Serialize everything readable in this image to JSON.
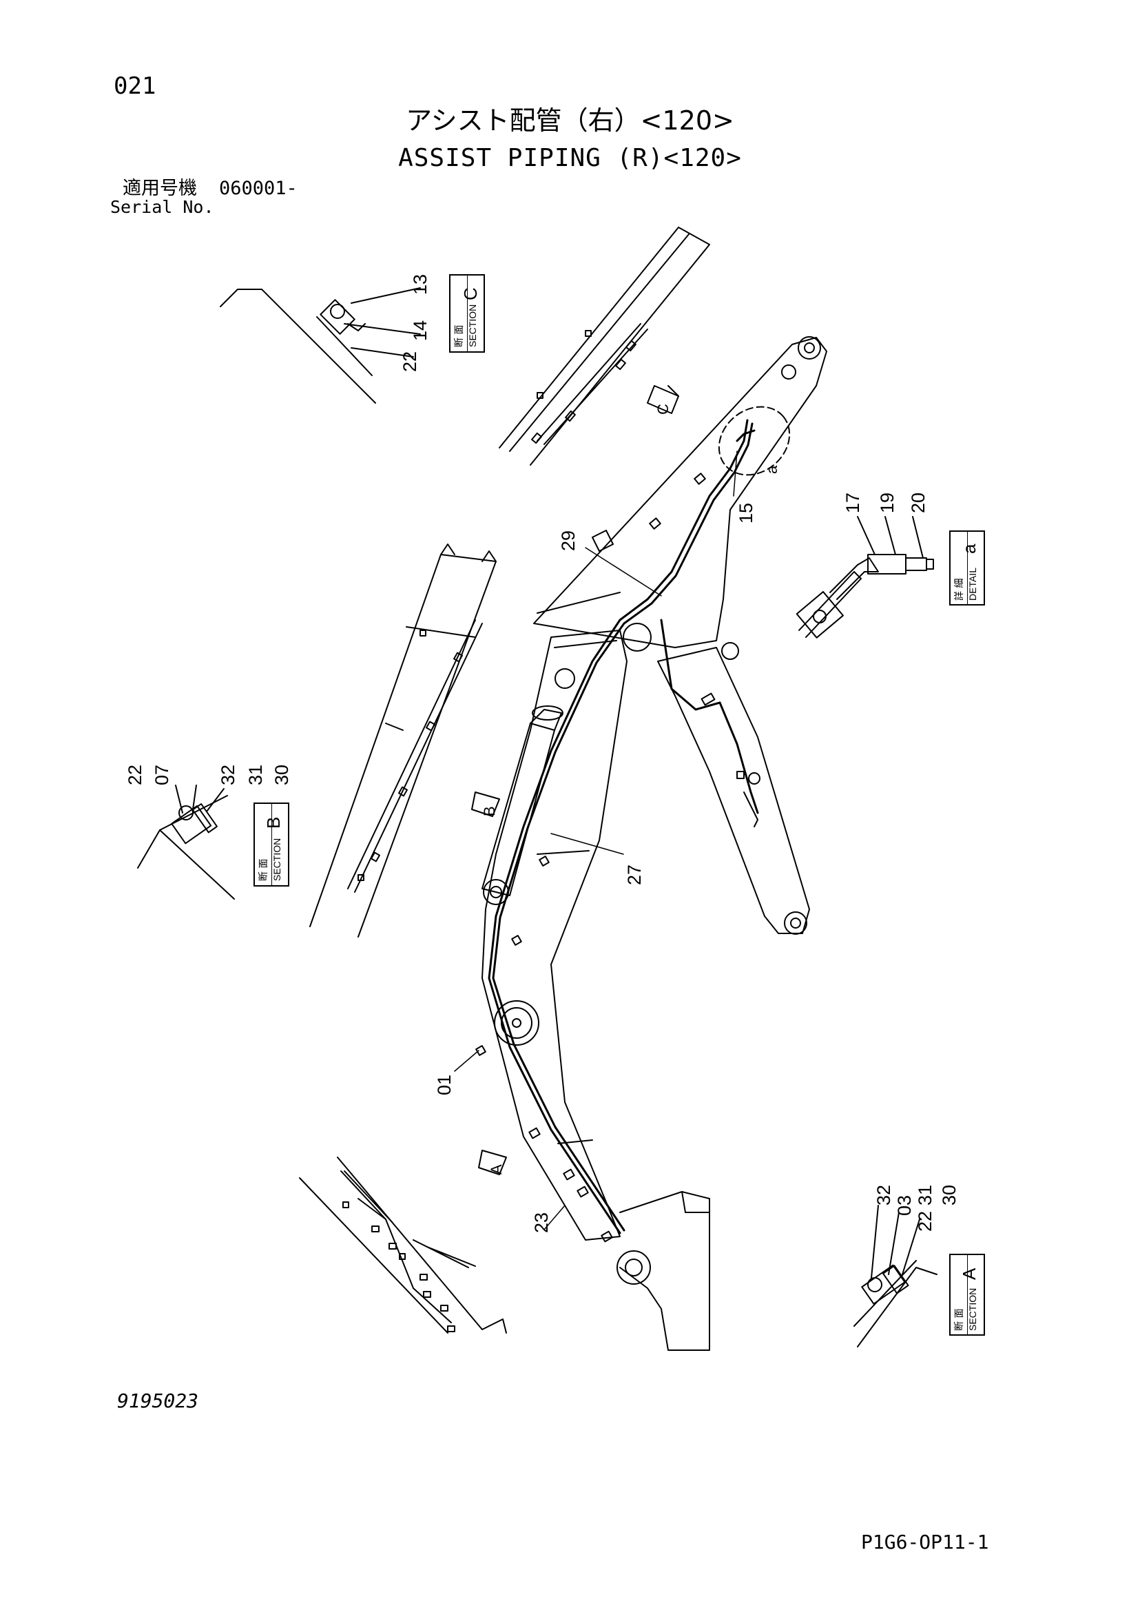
{
  "header": {
    "page_number": "021",
    "title_jp": "アシスト配管（右）<120>",
    "title_en": "ASSIST PIPING (R)<120>",
    "serial_label_jp": "適用号機",
    "serial_value": "060001-",
    "serial_label_en": "Serial No."
  },
  "sections": {
    "c": {
      "jp": "断 面",
      "en": "SECTION",
      "letter": "C"
    },
    "b": {
      "jp": "断 面",
      "en": "SECTION",
      "letter": "B"
    },
    "a": {
      "jp": "断 面",
      "en": "SECTION",
      "letter": "A"
    },
    "detail_a": {
      "jp": "詳 細",
      "en": "DETAIL",
      "letter": "a"
    }
  },
  "view_markers": {
    "c": "C",
    "b": "B",
    "a": "A",
    "detail": "a"
  },
  "part_numbers": {
    "sec_c": [
      "13",
      "14",
      "22"
    ],
    "sec_b": [
      "22",
      "07",
      "32",
      "31",
      "30"
    ],
    "sec_a": [
      "32",
      "03",
      "31",
      "22",
      "30"
    ],
    "detail_a": [
      "17",
      "19",
      "20"
    ],
    "main": [
      "29",
      "15",
      "27",
      "01",
      "23"
    ]
  },
  "footer": {
    "drawing_number": "9195023",
    "page_code": "P1G6-OP11-1"
  }
}
